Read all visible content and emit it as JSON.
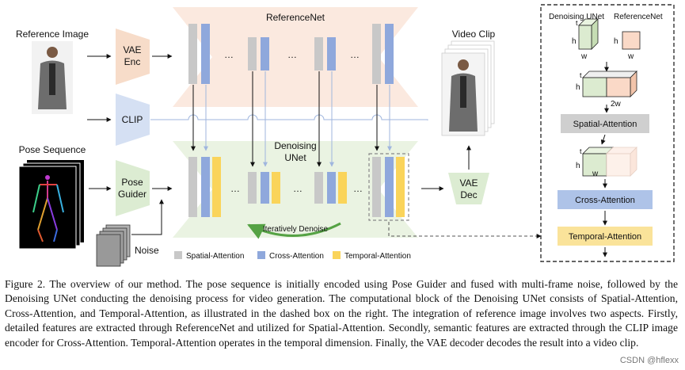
{
  "labels": {
    "reference_image": "Reference Image",
    "referencenet": "ReferenceNet",
    "vae_enc": [
      "VAE",
      "Enc"
    ],
    "clip": "CLIP",
    "pose_sequence": "Pose Sequence",
    "pose_guider": [
      "Pose",
      "Guider"
    ],
    "noise": "Noise",
    "denoising_unet": [
      "Denoising",
      "UNet"
    ],
    "iteratively_denoise": "Iteratively Denoise",
    "video_clip": "Video Clip",
    "vae_dec": [
      "VAE",
      "Dec"
    ],
    "ellipsis": "…"
  },
  "legend": [
    {
      "label": "Spatial-Attention",
      "color": "#c8c8c8"
    },
    {
      "label": "Cross-Attention",
      "color": "#8fa8dc"
    },
    {
      "label": "Temporal-Attention",
      "color": "#fad45a"
    }
  ],
  "detail_box": {
    "denoising_unet": "Denoising UNet",
    "referencenet": "ReferenceNet",
    "h": "h",
    "w": "w",
    "t": "t",
    "two_w": "2w",
    "spatial_attention": "Spatial-Attention",
    "cross_attention": "Cross-Attention",
    "temporal_attention": "Temporal-Attention"
  },
  "colors": {
    "referencenet_bg": "#fbe9df",
    "unet_bg": "#eaf3e2",
    "vae_enc": "#f7dcc9",
    "clip": "#d5e0f3",
    "pose_guider": "#dcecd2",
    "vae_dec": "#dcecd2",
    "ref_cube": "#fad9c7",
    "unet_cube": "#dcebd0",
    "spatial_block": "#cfcfcf",
    "cross_block": "#aec3e8",
    "temporal_block": "#fae39a",
    "denoise_arrow": "#55a244"
  },
  "caption": {
    "text": "Figure 2. The overview of our method. The pose sequence is initially encoded using Pose Guider and fused with multi-frame noise, followed by the Denoising UNet conducting the denoising process for video generation. The computational block of the Denoising UNet consists of Spatial-Attention, Cross-Attention, and Temporal-Attention, as illustrated in the dashed box on the right. The integration of reference image involves two aspects. Firstly, detailed features are extracted through ReferenceNet and utilized for Spatial-Attention. Secondly, semantic features are extracted through the CLIP image encoder for Cross-Attention. Temporal-Attention operates in the temporal dimension. Finally, the VAE decoder decodes the result into a video clip."
  },
  "watermark": "CSDN @hflexx"
}
